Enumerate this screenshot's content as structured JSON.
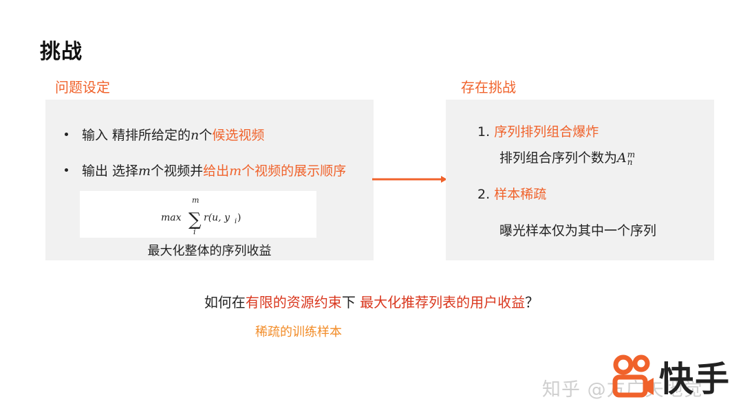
{
  "title": "挑战",
  "left": {
    "label": "问题设定",
    "bullet1": {
      "prefix": "输入 精排所给定的",
      "var": "n",
      "mid": "个",
      "highlight": "候选视频"
    },
    "bullet2": {
      "prefix": "输出 选择",
      "var": "m",
      "mid": "个视频并",
      "highlight_a": "给出",
      "var2": "m",
      "highlight_b": "个视频的展示顺序"
    },
    "formula": {
      "max": "max",
      "sum_upper": "m",
      "sum_lower": "i",
      "body": "r(u, y",
      "body_sub": "i",
      "body_end": ")"
    },
    "caption": "最大化整体的序列收益"
  },
  "right": {
    "label": "存在挑战",
    "item1": {
      "number": "1.",
      "title": "序列排列组合爆炸",
      "desc": "排列组合序列个数为",
      "math_base": "A",
      "math_sup": "m",
      "math_sub": "n"
    },
    "item2": {
      "number": "2.",
      "title": "样本稀疏",
      "desc": "曝光样本仅为其中一个序列"
    }
  },
  "question": {
    "part1": "如何在",
    "part2": "有限的资源约束",
    "part3": "下 ",
    "part4": "最大化推荐列表的用户收益",
    "part5": "？"
  },
  "answer": "稀疏的训练样本",
  "watermark": "知乎 @方广矢地觉",
  "logo": {
    "text": "快手",
    "icon": "kuaishou-logo-icon"
  },
  "colors": {
    "accent": "#f0622b",
    "accent_red": "#d9371e",
    "accent_yellow": "#f28c28",
    "box_bg": "#f1f1f1"
  }
}
